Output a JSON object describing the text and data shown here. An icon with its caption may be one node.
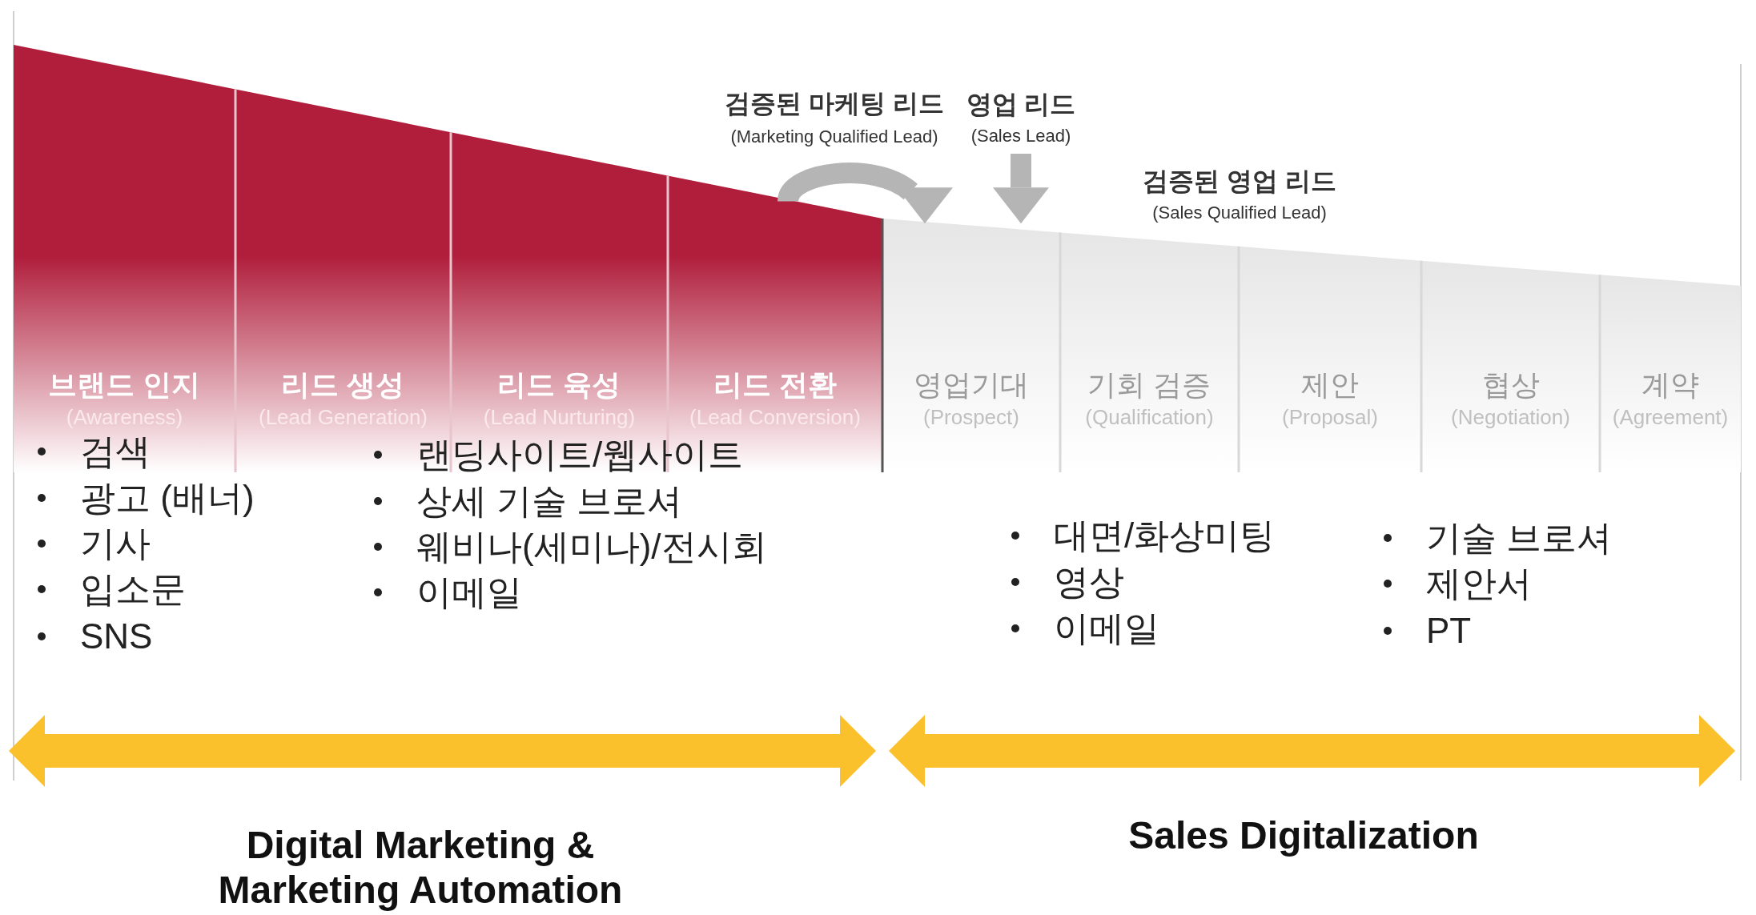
{
  "diagram": {
    "nodes": [
      {
        "text": [
          "브랜드 인지",
          "(Awareness)"
        ]
      },
      {
        "text": [
          "리드 생성",
          "(Lead Generation)"
        ]
      },
      {
        "text": [
          "리드 육성",
          "(Lead Nurturing)"
        ]
      },
      {
        "text": [
          "리드 전환",
          "(Lead Conversion)"
        ]
      },
      {
        "text": [
          "영업기대",
          "(Prospect)"
        ]
      },
      {
        "text": [
          "기회 검증",
          "(Qualification)"
        ]
      },
      {
        "text": [
          "제안",
          "(Proposal)"
        ]
      },
      {
        "text": [
          "협상",
          "(Negotiation)"
        ]
      },
      {
        "text": [
          "계약",
          "(Agreement)"
        ]
      },
      {
        "text": [
          "영업 리드",
          "(Sales Lead)"
        ]
      }
    ],
    "edges": [
      {
        "from": 3,
        "to": 4,
        "arrow": "to"
      },
      {
        "from": 9,
        "to": 4,
        "arrow": "to"
      }
    ],
    "labels": [
      "검증된 마케팅 리드",
      "(Marketing Qualified Lead)",
      "검증된 영업 리드",
      "(Sales Qualified Lead)",
      "검색",
      "광고 (배너)",
      "기사",
      "입소문",
      "SNS",
      "랜딩사이트/웹사이트",
      "상세 기술 브로셔",
      "웨비나(세미나)/전시회",
      "이메일",
      "대면/화상미팅",
      "영상",
      "이메일",
      "기술 브로셔",
      "제안서",
      "PT",
      "Digital Marketing & Marketing Automation",
      "Sales Digitalization"
    ]
  }
}
